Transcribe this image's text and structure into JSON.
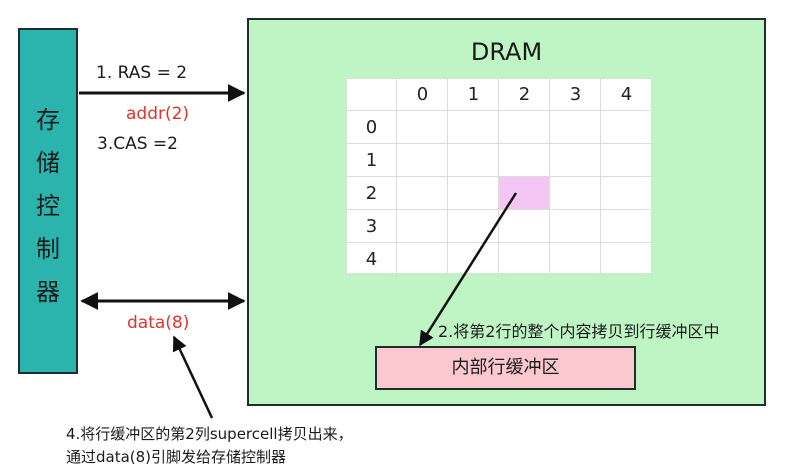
{
  "controller": {
    "chars": [
      "存",
      "储",
      "控",
      "制",
      "器"
    ]
  },
  "dram": {
    "title": "DRAM",
    "col_headers": [
      "0",
      "1",
      "2",
      "3",
      "4"
    ],
    "row_headers": [
      "0",
      "1",
      "2",
      "3",
      "4"
    ],
    "highlight": {
      "row": 2,
      "col": 2,
      "color": "#f3c6f3"
    }
  },
  "buffer_label": "内部行缓冲区",
  "step1": "1.  RAS = 2",
  "addr": "addr(2)",
  "step3": "3.CAS =2",
  "data": "data(8)",
  "step2": "2.将第2行的整个内容拷贝到行缓冲区中",
  "step4": [
    "4.将行缓冲区的第2列supercell拷贝出来，",
    "通过data(8)引脚发给存储控制器"
  ],
  "colors": {
    "controller": "#2bb3ad",
    "dram": "#bff5c4",
    "buffer": "#fbc8cf",
    "red_text": "#e0342a"
  }
}
